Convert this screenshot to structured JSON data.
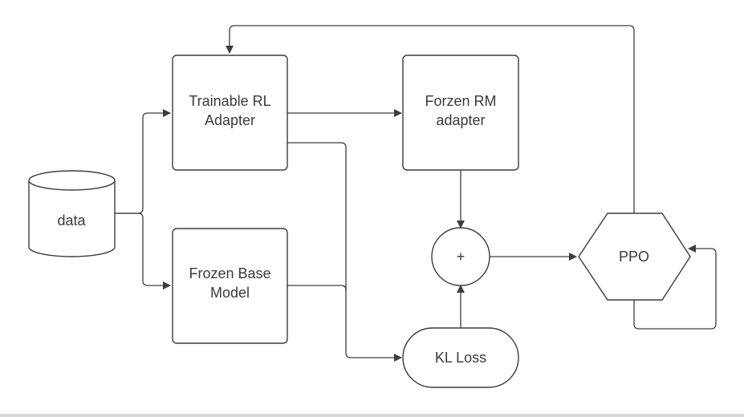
{
  "nodes": {
    "data": {
      "label": "data",
      "shape": "cylinder"
    },
    "trainable_rl": {
      "lines": [
        "Trainable RL",
        "Adapter"
      ],
      "shape": "rounded-rect"
    },
    "frozen_base": {
      "lines": [
        "Frozen Base",
        "Model"
      ],
      "shape": "rounded-rect"
    },
    "frozen_rm": {
      "lines": [
        "Forzen RM",
        "adapter"
      ],
      "shape": "rounded-rect"
    },
    "sum": {
      "label": "+",
      "shape": "circle"
    },
    "kl_loss": {
      "label": "KL Loss",
      "shape": "stadium"
    },
    "ppo": {
      "label": "PPO",
      "shape": "hexagon"
    }
  },
  "edges": [
    {
      "from": "data",
      "to": "trainable_rl"
    },
    {
      "from": "data",
      "to": "frozen_base"
    },
    {
      "from": "trainable_rl",
      "to": "frozen_rm"
    },
    {
      "from": "trainable_rl",
      "to": "kl_loss"
    },
    {
      "from": "frozen_base",
      "to": "kl_loss"
    },
    {
      "from": "frozen_rm",
      "to": "sum"
    },
    {
      "from": "kl_loss",
      "to": "sum"
    },
    {
      "from": "sum",
      "to": "ppo"
    },
    {
      "from": "ppo",
      "to": "trainable_rl"
    },
    {
      "from": "ppo",
      "to": "ppo"
    }
  ],
  "colors": {
    "stroke": "#3d3d3d",
    "fill": "#ffffff",
    "text": "#3a3a3a"
  }
}
